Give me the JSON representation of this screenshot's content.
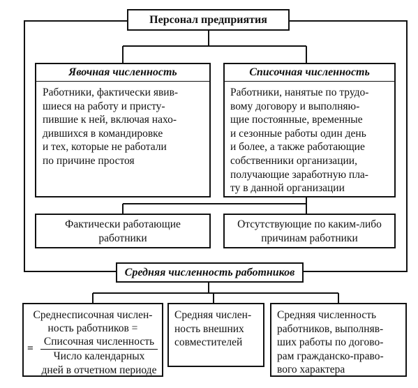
{
  "top": {
    "title": "Персонал предприятия"
  },
  "left": {
    "header": "Явочная численность",
    "body": "Работники, фактически явив-\nшиеся на работу и присту-\nпившие к ней, включая нахо-\nдившихся в командировке\nи тех, которые не работали\nпо причине простоя"
  },
  "right": {
    "header": "Списочная численность",
    "body": "Работники, нанятые по трудо-\nвому договору и выполняю-\nщие постоянные, временные\nи сезонные работы один день\nи более, а также работающие\nсобственники организации,\nполучающие заработную пла-\nту в данной организации"
  },
  "middle": {
    "left": "Фактически работающие\nработники",
    "right": "Отсутствующие по каким-либо\nпричинам работники"
  },
  "average": {
    "title": "Средняя численность работников"
  },
  "bottom": {
    "box1": {
      "line1": "Среднесписочная числен-",
      "line2": "ность работников =",
      "eq": "=",
      "numerator": "Списочная численность",
      "denominator": "Число календарных\nдней в отчетном периоде"
    },
    "box2": "Средняя числен-\nность внешних\nсовместителей",
    "box3": "Средняя численность\nработников, выполняв-\nших работы по догово-\nрам гражданско-право-\nвого характера"
  }
}
